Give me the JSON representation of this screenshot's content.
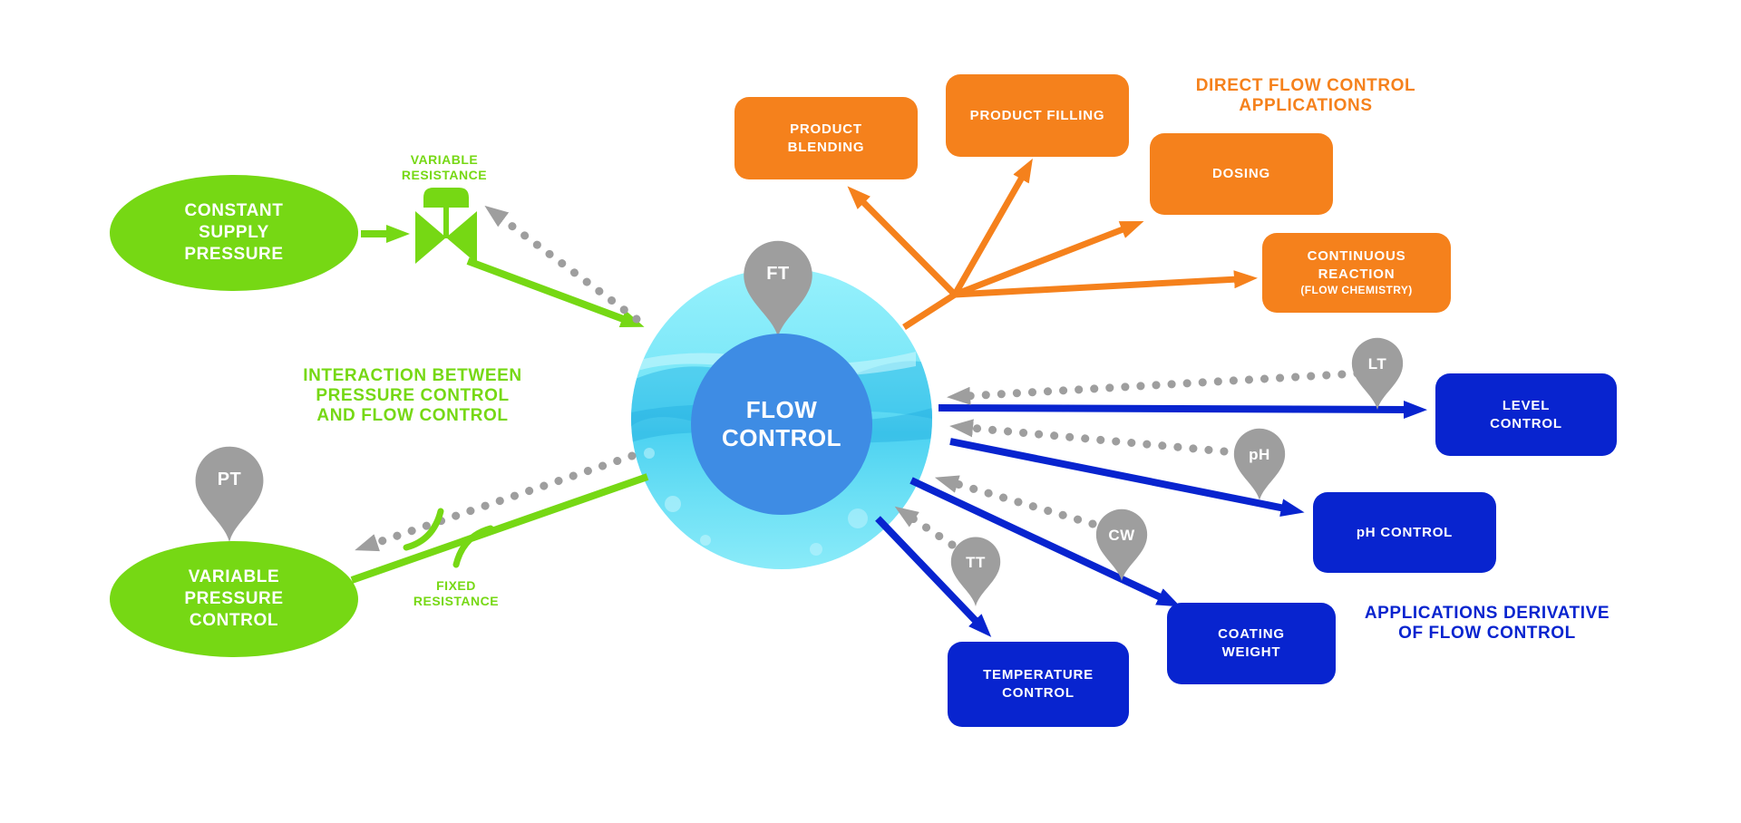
{
  "diagram": {
    "center": {
      "label": "FLOW CONTROL",
      "sensor_tag": "FT"
    },
    "interaction": {
      "heading1": "INTERACTION BETWEEN",
      "heading2": "PRESSURE CONTROL",
      "heading3": "AND FLOW CONTROL",
      "constant_supply": "CONSTANT SUPPLY PRESSURE",
      "variable_pressure": "VARIABLE PRESSURE CONTROL",
      "variable_resistance1": "VARIABLE",
      "variable_resistance2": "RESISTANCE",
      "fixed_resistance1": "FIXED",
      "fixed_resistance2": "RESISTANCE",
      "pt_tag": "PT"
    },
    "direct": {
      "heading1": "DIRECT FLOW CONTROL",
      "heading2": "APPLICATIONS",
      "product_blending": "PRODUCT BLENDING",
      "product_filling": "PRODUCT FILLING",
      "dosing": "DOSING",
      "continuous_reaction": "CONTINUOUS REACTION",
      "continuous_reaction_note": "(FLOW CHEMISTRY)"
    },
    "derivative": {
      "heading1": "APPLICATIONS DERIVATIVE",
      "heading2": "OF FLOW CONTROL",
      "level_control": "LEVEL CONTROL",
      "lt_tag": "LT",
      "ph_control": "pH CONTROL",
      "ph_tag": "pH",
      "coating_weight": "COATING WEIGHT",
      "cw_tag": "CW",
      "temperature_control": "TEMPERATURE CONTROL",
      "tt_tag": "TT"
    },
    "colors": {
      "green": "#76D814",
      "orange": "#F5811C",
      "blue": "#0824CF",
      "center_blue": "#3E8CE4",
      "water_cyan": "#7EE9F8",
      "gray": "#9E9E9E"
    }
  }
}
